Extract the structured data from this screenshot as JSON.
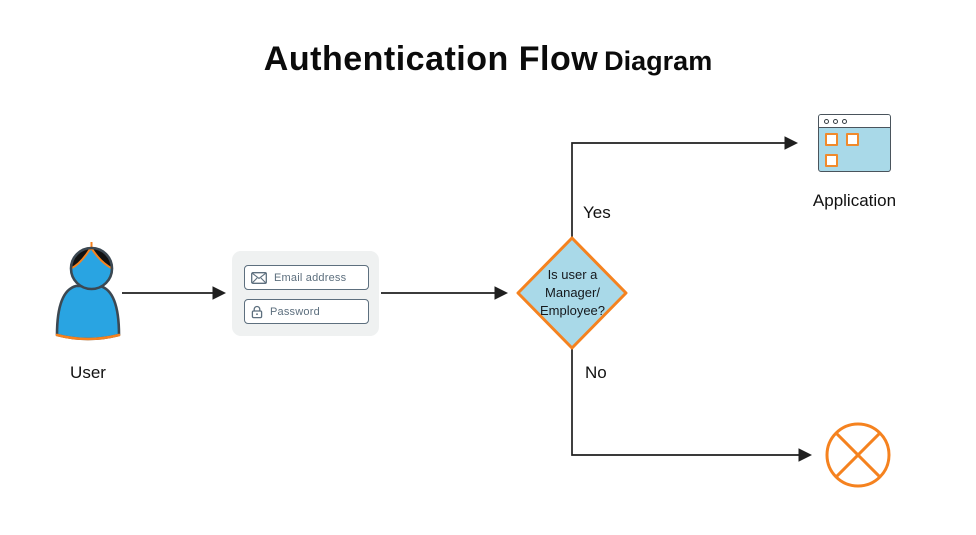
{
  "title": {
    "main": "Authentication Flow",
    "sub": "Diagram"
  },
  "nodes": {
    "user": {
      "label": "User"
    },
    "login_form": {
      "email_field": {
        "label": "Email address",
        "icon": "envelope-icon"
      },
      "password_field": {
        "label": "Password",
        "icon": "lock-icon"
      }
    },
    "decision": {
      "lines": [
        "Is user a",
        "Manager/",
        "Employee?"
      ]
    },
    "application": {
      "label": "Application"
    },
    "denied": {
      "icon": "cancel-icon"
    }
  },
  "edges": {
    "yes_label": "Yes",
    "no_label": "No"
  },
  "colors": {
    "accent_orange": "#F5821F",
    "node_fill_blue": "#A9D9E8",
    "user_blue": "#29A4E2",
    "form_background": "#EFF1F1",
    "field_border_text": "#5D6F7E",
    "connector_line": "#1F1F1F",
    "title_text": "#0B0B0B"
  }
}
